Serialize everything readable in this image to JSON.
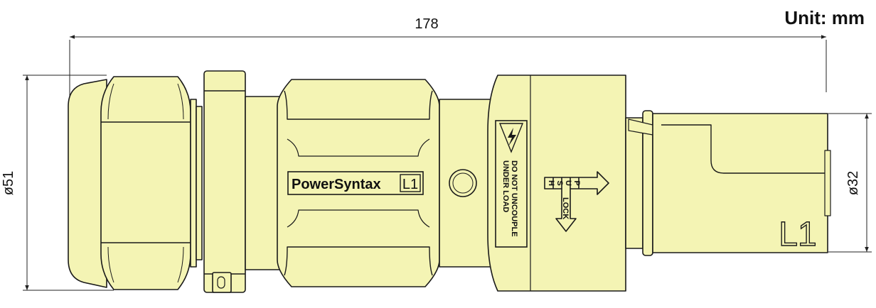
{
  "unit_label": "Unit: mm",
  "dimensions": {
    "overall_length": "178",
    "body_diameter": "ø51",
    "cable_end_diameter": "ø32"
  },
  "brand": {
    "name": "PowerSyntax",
    "phase_label": "L1"
  },
  "warning": {
    "line1": "DO NOT UNCOUPLE",
    "line2": "UNDER LOAD"
  },
  "lock": {
    "push_letters": [
      "P",
      "U",
      "S",
      "H"
    ],
    "lock_text": "LOCK"
  },
  "plug_phase_label": "L1",
  "colors": {
    "body_fill": "#f4f4b4",
    "outline": "#1a1a1a",
    "dimension_line": "#222222"
  }
}
